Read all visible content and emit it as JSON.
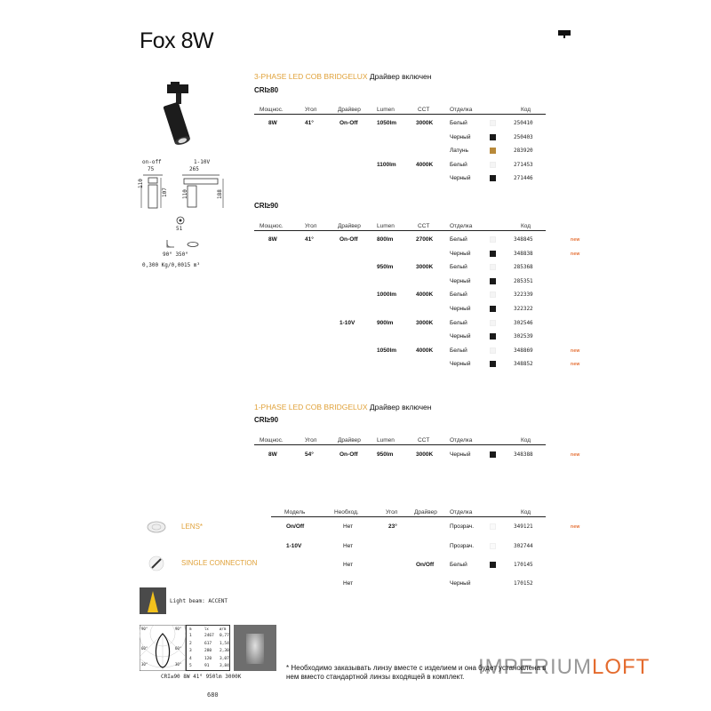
{
  "page": {
    "title": "Fox 8W",
    "page_number": "680",
    "brand": {
      "part1": "IMPERIUM",
      "part2": "LOFT"
    }
  },
  "left_panel": {
    "onoff_label": "on-off",
    "dim_label": "1-10V",
    "dims": {
      "w1": "75",
      "h1": "110",
      "h2": "107",
      "w2": "265",
      "h3": "110",
      "h4": "188",
      "d": "51"
    },
    "angles": "90°  350°",
    "weight": "0,300 Kg/0,0015 m³"
  },
  "columns": {
    "power": "Мощнос.",
    "angle": "Угол",
    "driver": "Драйвер",
    "lumen": "Lumen",
    "cct": "CCT",
    "finish": "Отделка",
    "code": "Код"
  },
  "section1": {
    "head_accent": "3-PHASE LED COB BRIDGELUX",
    "head_rest": " Драйвер включен",
    "cri": "CRI≥80",
    "rows": [
      {
        "power": "8W",
        "angle": "41°",
        "driver": "On-Off",
        "lumen": "1050lm",
        "cct": "3000K",
        "finish": "Белый",
        "swatch": "white",
        "code": "250410",
        "new": ""
      },
      {
        "power": "",
        "angle": "",
        "driver": "",
        "lumen": "",
        "cct": "",
        "finish": "Черный",
        "swatch": "black",
        "code": "250403",
        "new": ""
      },
      {
        "power": "",
        "angle": "",
        "driver": "",
        "lumen": "",
        "cct": "",
        "finish": "Латунь",
        "swatch": "gold",
        "code": "283920",
        "new": ""
      },
      {
        "power": "",
        "angle": "",
        "driver": "",
        "lumen": "1100lm",
        "cct": "4000K",
        "finish": "Белый",
        "swatch": "white",
        "code": "271453",
        "new": ""
      },
      {
        "power": "",
        "angle": "",
        "driver": "",
        "lumen": "",
        "cct": "",
        "finish": "Черный",
        "swatch": "black",
        "code": "271446",
        "new": ""
      }
    ]
  },
  "section2": {
    "cri": "CRI≥90",
    "rows": [
      {
        "power": "8W",
        "angle": "41°",
        "driver": "On-Off",
        "lumen": "800lm",
        "cct": "2700K",
        "finish": "Белый",
        "swatch": "white",
        "code": "348845",
        "new": "new"
      },
      {
        "power": "",
        "angle": "",
        "driver": "",
        "lumen": "",
        "cct": "",
        "finish": "Черный",
        "swatch": "black",
        "code": "348838",
        "new": "new"
      },
      {
        "power": "",
        "angle": "",
        "driver": "",
        "lumen": "950lm",
        "cct": "3000K",
        "finish": "Белый",
        "swatch": "white",
        "code": "285368",
        "new": ""
      },
      {
        "power": "",
        "angle": "",
        "driver": "",
        "lumen": "",
        "cct": "",
        "finish": "Черный",
        "swatch": "black",
        "code": "285351",
        "new": ""
      },
      {
        "power": "",
        "angle": "",
        "driver": "",
        "lumen": "1000lm",
        "cct": "4000K",
        "finish": "Белый",
        "swatch": "white",
        "code": "322339",
        "new": ""
      },
      {
        "power": "",
        "angle": "",
        "driver": "",
        "lumen": "",
        "cct": "",
        "finish": "Черный",
        "swatch": "black",
        "code": "322322",
        "new": ""
      },
      {
        "power": "",
        "angle": "",
        "driver": "1-10V",
        "lumen": "900lm",
        "cct": "3000K",
        "finish": "Белый",
        "swatch": "white",
        "code": "302546",
        "new": ""
      },
      {
        "power": "",
        "angle": "",
        "driver": "",
        "lumen": "",
        "cct": "",
        "finish": "Черный",
        "swatch": "black",
        "code": "302539",
        "new": ""
      },
      {
        "power": "",
        "angle": "",
        "driver": "",
        "lumen": "1050lm",
        "cct": "4000K",
        "finish": "Белый",
        "swatch": "white",
        "code": "348869",
        "new": "new"
      },
      {
        "power": "",
        "angle": "",
        "driver": "",
        "lumen": "",
        "cct": "",
        "finish": "Черный",
        "swatch": "black",
        "code": "348852",
        "new": "new"
      }
    ]
  },
  "section3": {
    "head_accent": "1-PHASE LED COB BRIDGELUX",
    "head_rest": " Драйвер включен",
    "cri": "CRI≥90",
    "rows": [
      {
        "power": "8W",
        "angle": "54°",
        "driver": "On-Off",
        "lumen": "950lm",
        "cct": "3000K",
        "finish": "Черный",
        "swatch": "black",
        "code": "348388",
        "new": "new"
      }
    ]
  },
  "accessories": {
    "columns": {
      "model": "Модель",
      "required": "Необход.",
      "angle": "Угол",
      "driver": "Драйвер",
      "finish": "Отделка",
      "code": "Код"
    },
    "lens_label": "LENS*",
    "single_label": "SINGLE CONNECTION",
    "rows": [
      {
        "model": "On/Off",
        "required": "Нет",
        "angle": "23°",
        "driver": "",
        "finish": "Прозрач.",
        "swatch": "clear",
        "code": "349121",
        "new": "new"
      },
      {
        "model": "1-10V",
        "required": "Нет",
        "angle": "",
        "driver": "",
        "finish": "Прозрач.",
        "swatch": "clear",
        "code": "302744",
        "new": ""
      },
      {
        "model": "",
        "required": "Нет",
        "angle": "",
        "driver": "On/Off",
        "finish": "Белый",
        "swatch": "black",
        "code": "170145",
        "new": ""
      },
      {
        "model": "",
        "required": "Нет",
        "angle": "",
        "driver": "",
        "finish": "Черный",
        "swatch": "none",
        "code": "170152",
        "new": ""
      }
    ]
  },
  "light_beam": {
    "label": "Light beam: ACCENT"
  },
  "photometric": {
    "caption": "CRI≥90 8W 41° 950lm 3000K",
    "table_head": [
      "m",
      "lx",
      "ø/m"
    ],
    "table_rows": [
      [
        "1",
        "2467",
        "0,77"
      ],
      [
        "2",
        "617",
        "1,54"
      ],
      [
        "3",
        "280",
        "2,30"
      ],
      [
        "4",
        "120",
        "3,07"
      ],
      [
        "5",
        "91",
        "3,84"
      ]
    ],
    "angle_labels": [
      "90°",
      "60°",
      "30°",
      "30°",
      "60°",
      "90°"
    ]
  },
  "footnote": "* Необходимо заказывать линзу вместе с изделием и она будет установлена в нем вместо стандартной линзы входящей в комплект.",
  "colors": {
    "accent": "#e0a23a",
    "new_badge": "#e46b2e"
  }
}
